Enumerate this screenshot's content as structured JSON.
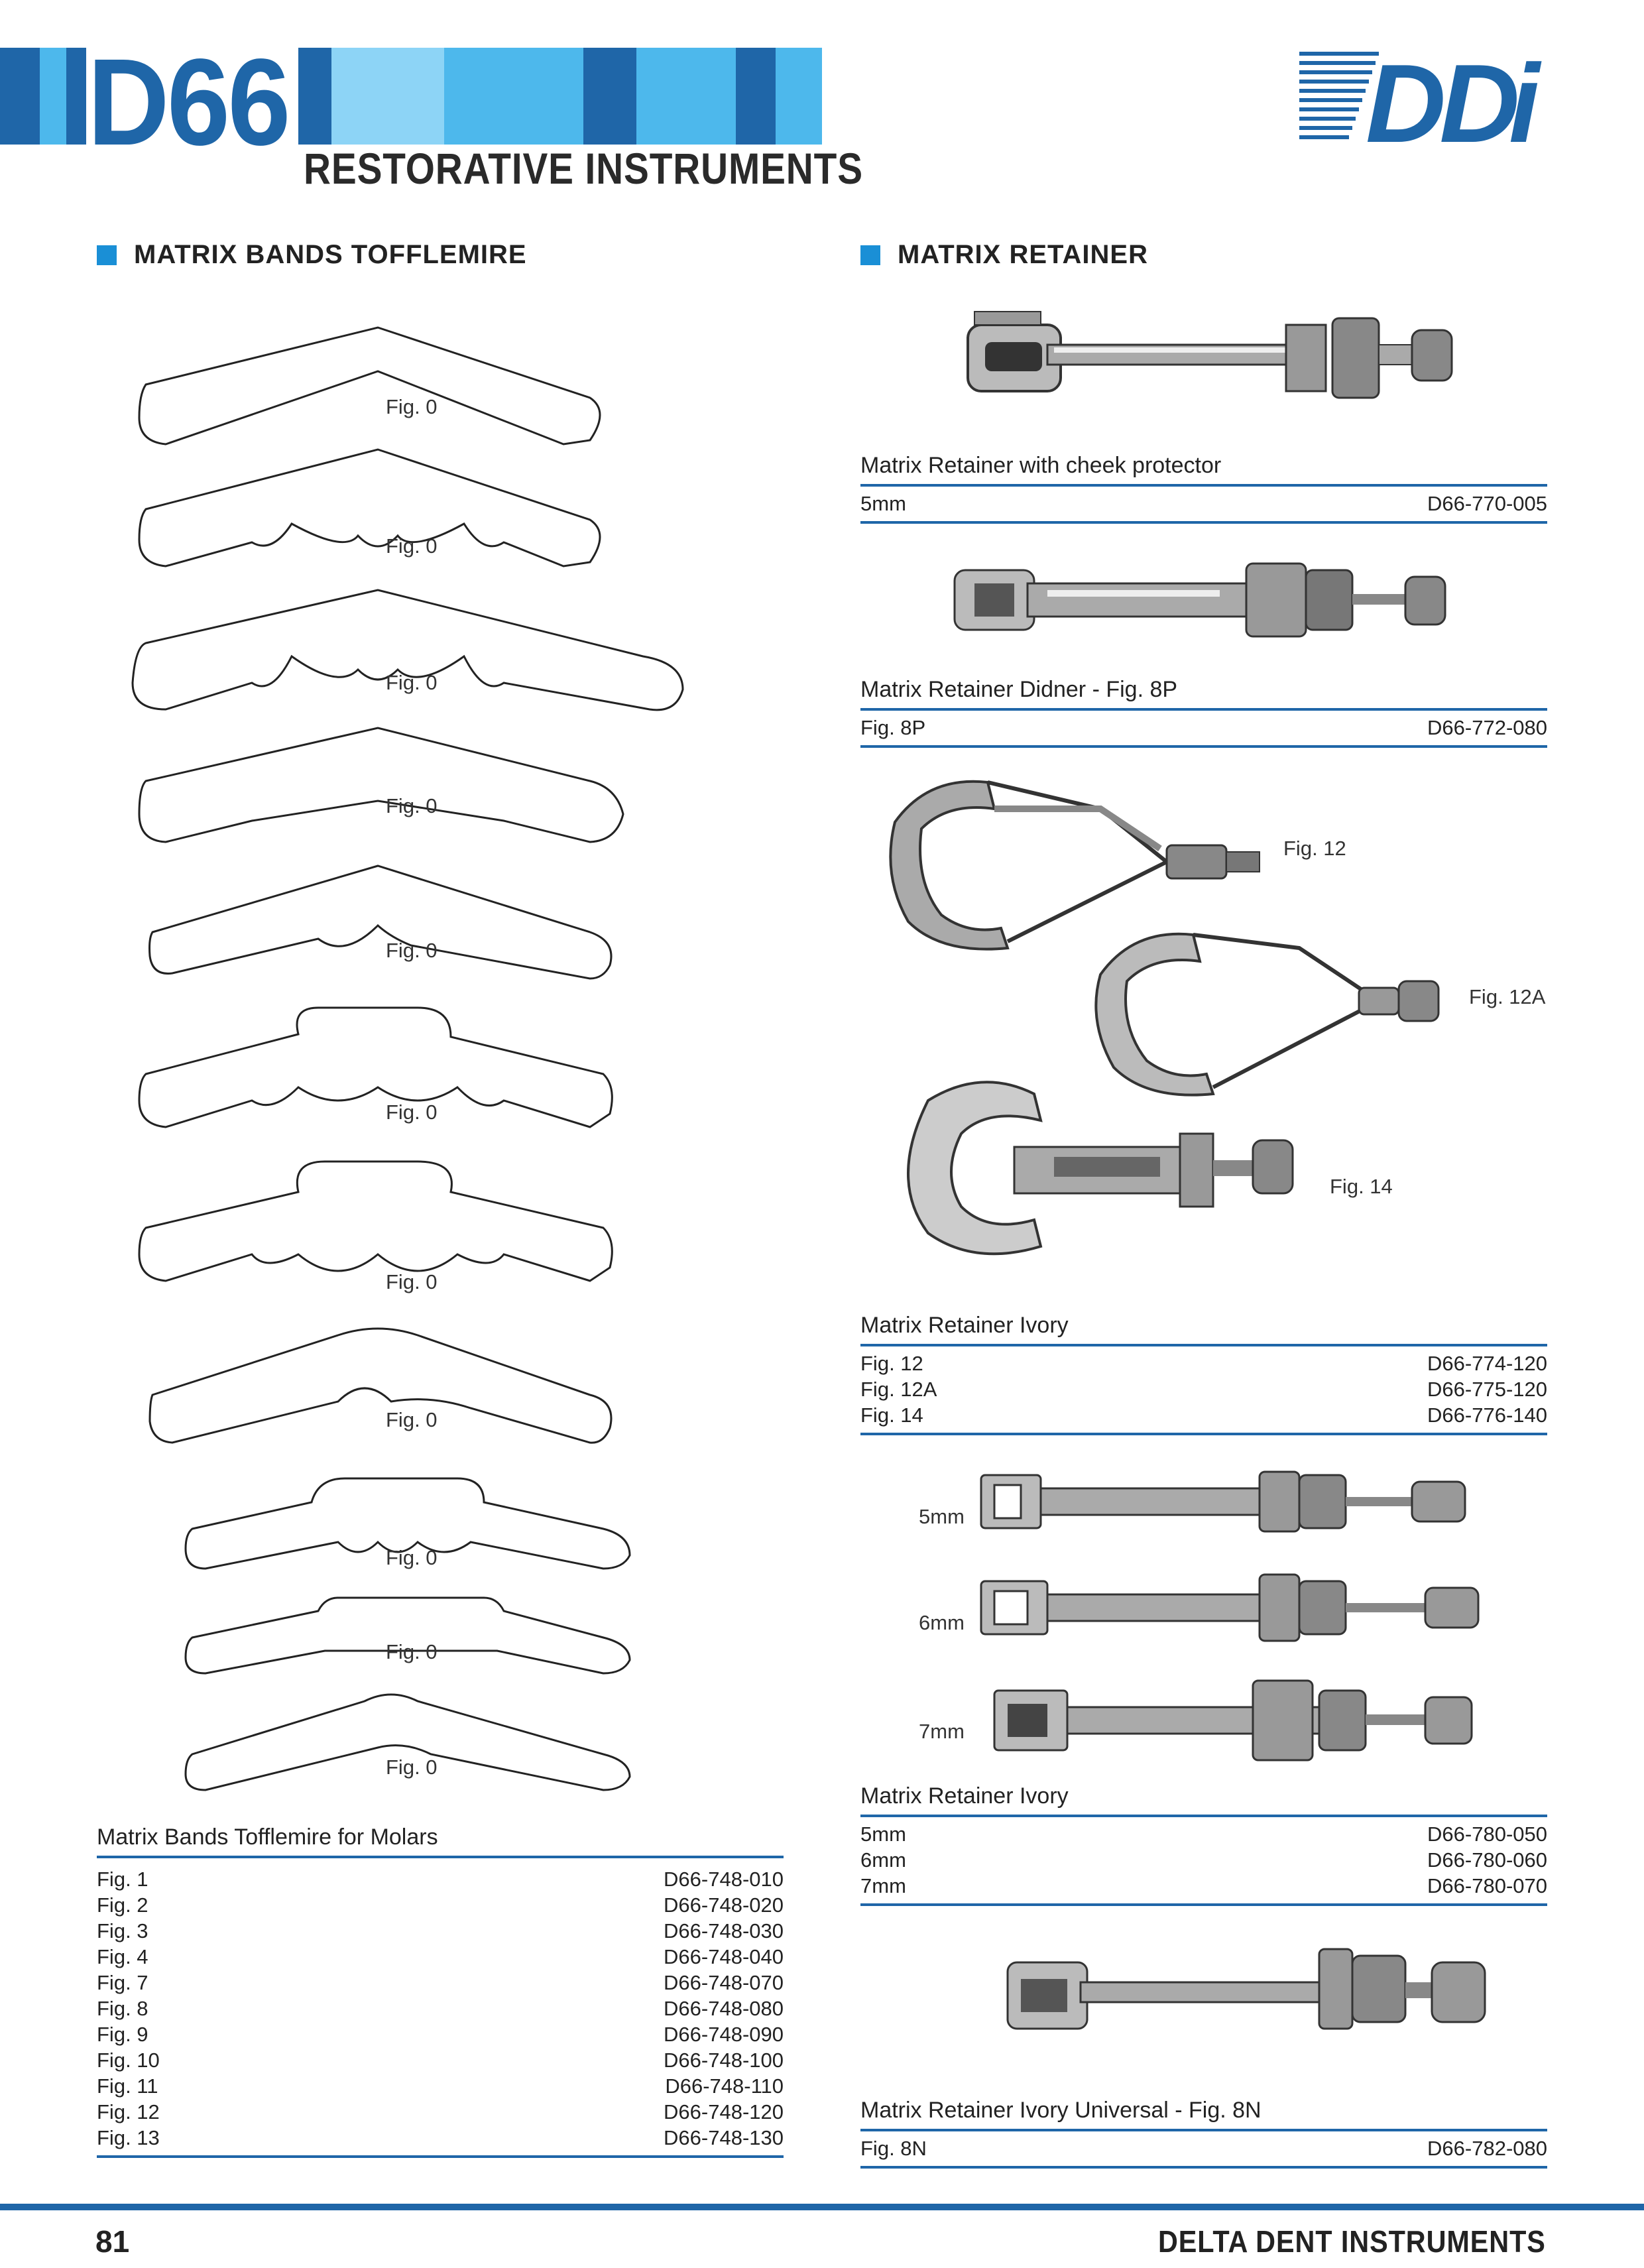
{
  "header": {
    "code": "D66",
    "subtitle": "RESTORATIVE INSTRUMENTS",
    "logo_text": "DDi",
    "brand_color": "#1f66a8",
    "accent_color": "#1a8fd6"
  },
  "left": {
    "heading": "MATRIX BANDS TOFFLEMIRE",
    "band_fig_label": "Fig. 0",
    "product": {
      "title": "Matrix Bands Tofflemire for Molars",
      "rows": [
        {
          "label": "Fig. 1",
          "code": "D66-748-010"
        },
        {
          "label": "Fig. 2",
          "code": "D66-748-020"
        },
        {
          "label": "Fig. 3",
          "code": "D66-748-030"
        },
        {
          "label": "Fig. 4",
          "code": "D66-748-040"
        },
        {
          "label": "Fig. 7",
          "code": "D66-748-070"
        },
        {
          "label": "Fig. 8",
          "code": "D66-748-080"
        },
        {
          "label": "Fig. 9",
          "code": "D66-748-090"
        },
        {
          "label": "Fig. 10",
          "code": "D66-748-100"
        },
        {
          "label": "Fig. 11",
          "code": "D66-748-110"
        },
        {
          "label": "Fig. 12",
          "code": "D66-748-120"
        },
        {
          "label": "Fig. 13",
          "code": "D66-748-130"
        }
      ]
    }
  },
  "right": {
    "heading": "MATRIX RETAINER",
    "products": [
      {
        "title": "Matrix Retainer with cheek protector",
        "rows": [
          {
            "label": "5mm",
            "code": "D66-770-005"
          }
        ]
      },
      {
        "title": "Matrix Retainer Didner - Fig. 8P",
        "rows": [
          {
            "label": "Fig. 8P",
            "code": "D66-772-080"
          }
        ]
      },
      {
        "title": "Matrix Retainer Ivory",
        "rows": [
          {
            "label": "Fig. 12",
            "code": "D66-774-120"
          },
          {
            "label": "Fig. 12A",
            "code": "D66-775-120"
          },
          {
            "label": "Fig. 14",
            "code": "D66-776-140"
          }
        ]
      },
      {
        "title": "Matrix Retainer Ivory",
        "rows": [
          {
            "label": "5mm",
            "code": "D66-780-050"
          },
          {
            "label": "6mm",
            "code": "D66-780-060"
          },
          {
            "label": "7mm",
            "code": "D66-780-070"
          }
        ]
      },
      {
        "title": "Matrix Retainer Ivory Universal - Fig. 8N",
        "rows": [
          {
            "label": "Fig. 8N",
            "code": "D66-782-080"
          }
        ]
      }
    ],
    "image_labels": {
      "fig12": "Fig. 12",
      "fig12a": "Fig. 12A",
      "fig14": "Fig. 14",
      "size5": "5mm",
      "size6": "6mm",
      "size7": "7mm"
    }
  },
  "footer": {
    "page_number": "81",
    "company": "DELTA DENT INSTRUMENTS"
  }
}
